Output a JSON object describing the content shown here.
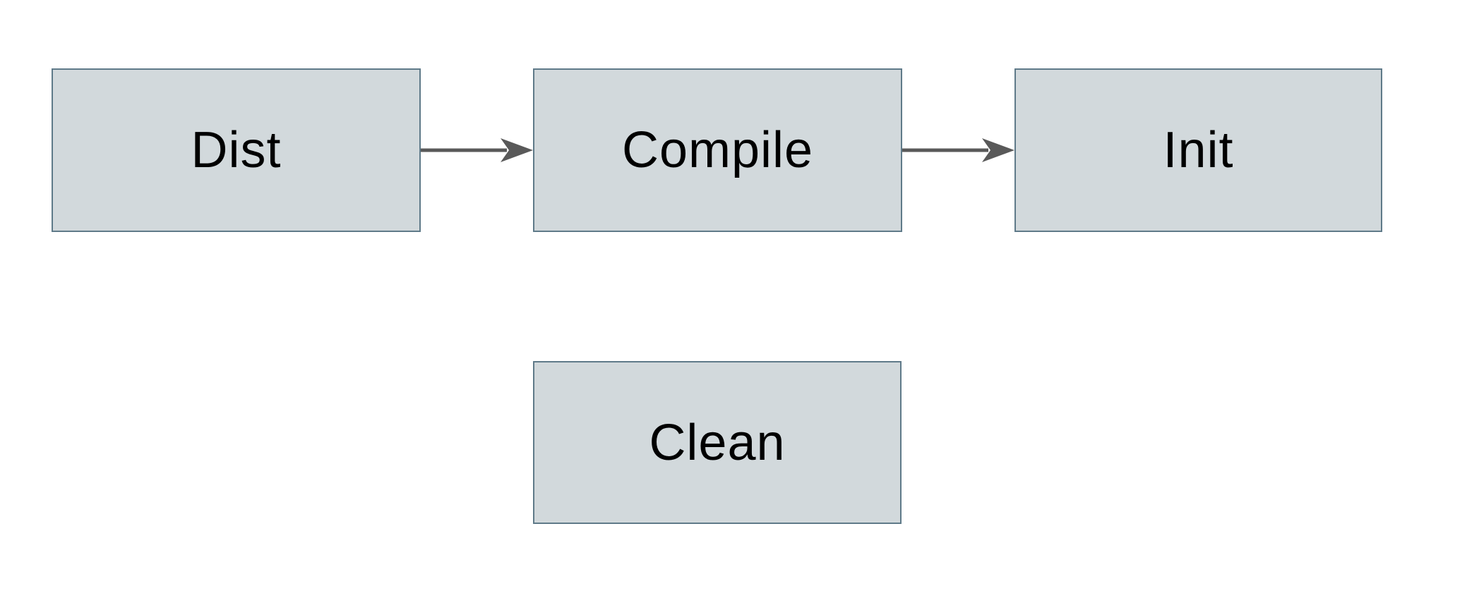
{
  "diagram": {
    "colors": {
      "background": "#ffffff",
      "node_fill": "#d2d9dc",
      "node_border": "#5f7a89",
      "arrow_color": "#595959",
      "text_color": "#000000"
    },
    "nodes": [
      {
        "id": "dist",
        "label": "Dist"
      },
      {
        "id": "compile",
        "label": "Compile"
      },
      {
        "id": "init",
        "label": "Init"
      },
      {
        "id": "clean",
        "label": "Clean"
      }
    ],
    "edges": [
      {
        "from": "dist",
        "to": "compile"
      },
      {
        "from": "compile",
        "to": "init"
      }
    ]
  }
}
